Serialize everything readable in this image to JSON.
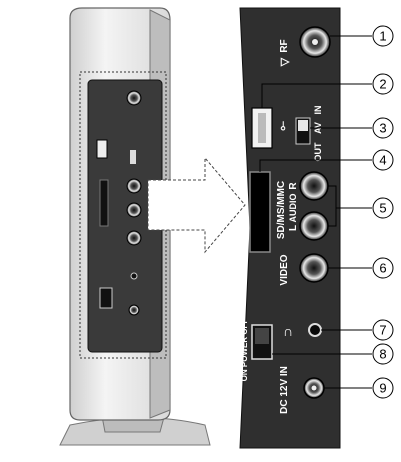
{
  "labels": {
    "rf": "RF",
    "out": "OUT",
    "av": "AV",
    "in": "IN",
    "card": "SD/MS/MMC",
    "r": "R",
    "audio": "AUDIO",
    "l": "L",
    "video": "VIDEO",
    "power_line1": "ON POWER OFF",
    "dc": "DC 12V IN"
  },
  "callouts": [
    "1",
    "2",
    "3",
    "4",
    "5",
    "6",
    "7",
    "8",
    "9"
  ],
  "colors": {
    "panel": "#2f2f2f",
    "device_body": "#e6e6e6",
    "stand": "#d6d6d6",
    "label_text": "#ffffff",
    "line": "#000000"
  }
}
